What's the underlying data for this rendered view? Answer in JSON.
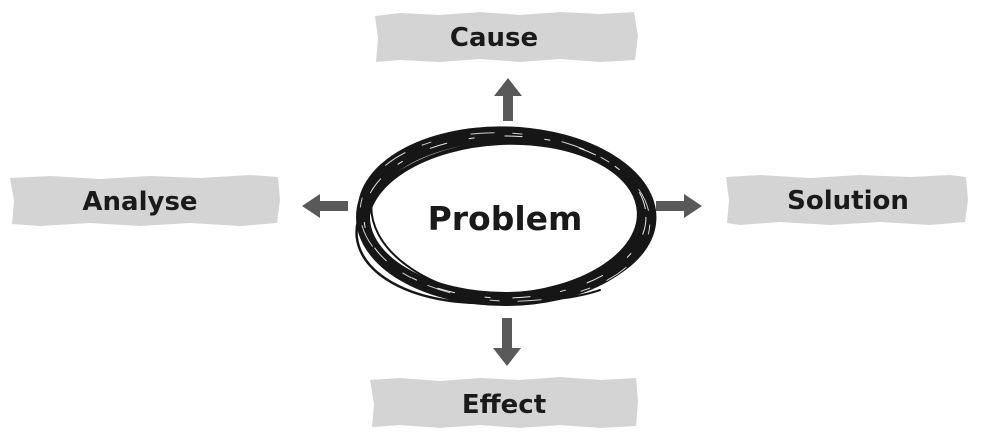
{
  "diagram": {
    "center": {
      "label": "Problem"
    },
    "nodes": {
      "top": {
        "label": "Cause"
      },
      "left": {
        "label": "Analyse"
      },
      "right": {
        "label": "Solution"
      },
      "bottom": {
        "label": "Effect"
      }
    }
  },
  "colors": {
    "box_fill": "#d4d4d4",
    "arrow": "#595959",
    "ring": "#161616",
    "text": "#1a1a1a"
  }
}
